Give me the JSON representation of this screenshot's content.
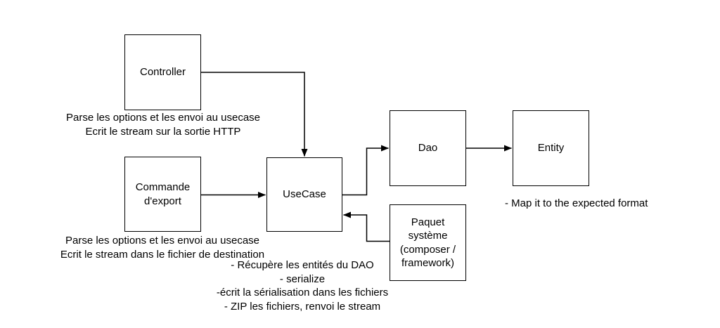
{
  "diagram": {
    "boxes": {
      "controller": {
        "label": "Controller"
      },
      "commande_export": {
        "label": "Commande\nd'export"
      },
      "usecase": {
        "label": "UseCase"
      },
      "dao": {
        "label": "Dao"
      },
      "entity": {
        "label": "Entity"
      },
      "paquet_systeme": {
        "label": "Paquet\nsystème\n(composer /\nframework)"
      }
    },
    "notes": {
      "controller_note": "Parse les options et les envoi au usecase\nEcrit le stream sur la sortie HTTP",
      "commande_note": "Parse les options et les envoi au usecase\nEcrit le stream dans le fichier de destination",
      "usecase_note": "- Récupère les entités du DAO\n- serialize\n-écrit la sérialisation dans les fichiers\n- ZIP les fichiers, renvoi le stream",
      "entity_note": "- Map it to the expected format"
    },
    "edges": [
      {
        "from": "Controller",
        "to": "UseCase"
      },
      {
        "from": "Commande d'export",
        "to": "UseCase"
      },
      {
        "from": "UseCase",
        "to": "Dao"
      },
      {
        "from": "Dao",
        "to": "Entity"
      },
      {
        "from": "Paquet système (composer / framework)",
        "to": "UseCase"
      }
    ],
    "colors": {
      "line": "#000000",
      "text": "#000000",
      "box_fill": "#ffffff",
      "background": "#ffffff"
    }
  }
}
